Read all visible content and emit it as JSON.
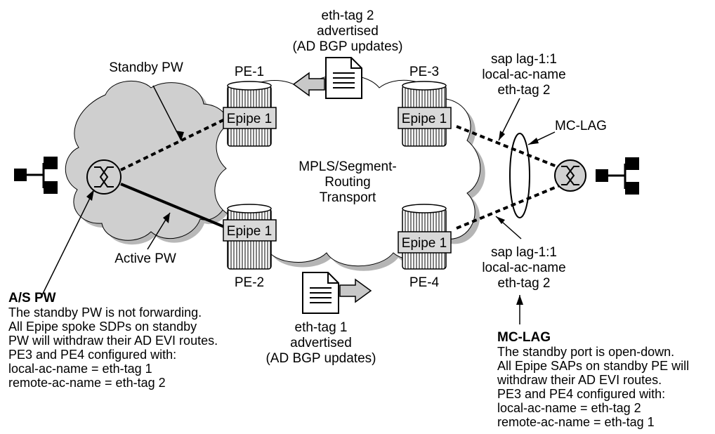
{
  "labels": {
    "standby_pw": "Standby PW",
    "active_pw": "Active PW",
    "pe1": "PE-1",
    "pe2": "PE-2",
    "pe3": "PE-3",
    "pe4": "PE-4",
    "epipe": "Epipe 1",
    "mc_lag": "MC-LAG",
    "core": [
      "MPLS/Segment-",
      "Routing",
      "Transport"
    ],
    "top_adv": [
      "eth-tag 2",
      "advertised",
      "(AD BGP updates)"
    ],
    "bottom_adv": [
      "eth-tag 1",
      "advertised",
      "(AD BGP updates)"
    ],
    "sap_top": [
      "sap lag-1:1",
      "local-ac-name",
      "eth-tag 2"
    ],
    "sap_bottom": [
      "sap lag-1:1",
      "local-ac-name",
      "eth-tag 2"
    ]
  },
  "notes": {
    "as_pw": {
      "title": "A/S PW",
      "lines": [
        "The standby PW is not forwarding.",
        "All Epipe spoke SDPs on standby",
        "PW will withdraw their AD EVI routes.",
        "PE3 and PE4 configured with:",
        "local-ac-name = eth-tag 1",
        "remote-ac-name = eth-tag 2"
      ]
    },
    "mc_lag": {
      "title": "MC-LAG",
      "lines": [
        "The standby port is open-down.",
        "All Epipe SAPs on standby PE will",
        "withdraw their AD EVI routes.",
        "PE3 and PE4 configured with:",
        "local-ac-name = eth-tag 2",
        "remote-ac-name = eth-tag 1"
      ]
    }
  },
  "colors": {
    "cloud": "#cfcfcf",
    "cloud_shadow": "#b5b5b5",
    "box": "#d9d9d9",
    "arrow": "#c8c8c8",
    "line": "#000000"
  },
  "icons": [
    "network-cloud",
    "router-pe",
    "switch-router",
    "host-tree",
    "document",
    "block-arrow"
  ]
}
